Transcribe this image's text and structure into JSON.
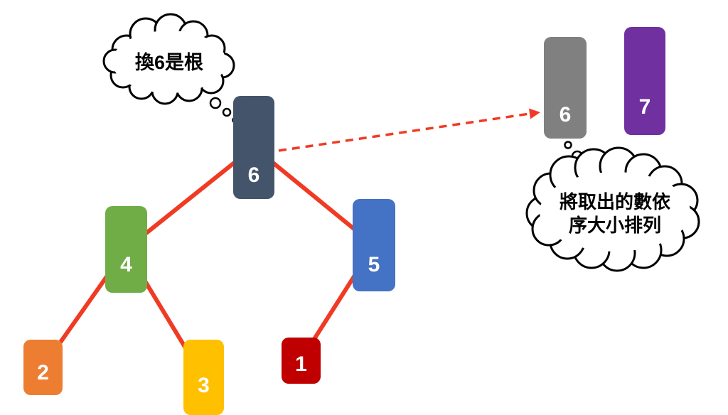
{
  "diagram": {
    "nodes": [
      {
        "id": "root",
        "label": "6"
      },
      {
        "id": "left-child",
        "label": "4"
      },
      {
        "id": "right-child",
        "label": "5"
      },
      {
        "id": "leaf-2",
        "label": "2"
      },
      {
        "id": "leaf-3",
        "label": "3"
      },
      {
        "id": "leaf-1",
        "label": "1"
      },
      {
        "id": "extracted-6",
        "label": "6"
      },
      {
        "id": "extracted-7",
        "label": "7"
      }
    ],
    "edges": [
      {
        "from": "6",
        "to": "4"
      },
      {
        "from": "6",
        "to": "5"
      },
      {
        "from": "4",
        "to": "2"
      },
      {
        "from": "4",
        "to": "3"
      },
      {
        "from": "5",
        "to": "1"
      }
    ],
    "bubbles": {
      "root_note": "換6是根",
      "extract_note_line1": "將取出的數依",
      "extract_note_line2": "序大小排列"
    },
    "colors": {
      "root": "#44546A",
      "left_child": "#70AD47",
      "right_child": "#4472C4",
      "leaf2": "#ED7D31",
      "leaf3": "#FFC000",
      "leaf1": "#C00000",
      "extracted": "#808080",
      "seven": "#7030A0",
      "edge": "#F03B24",
      "cloud_outline": "#000000"
    }
  }
}
